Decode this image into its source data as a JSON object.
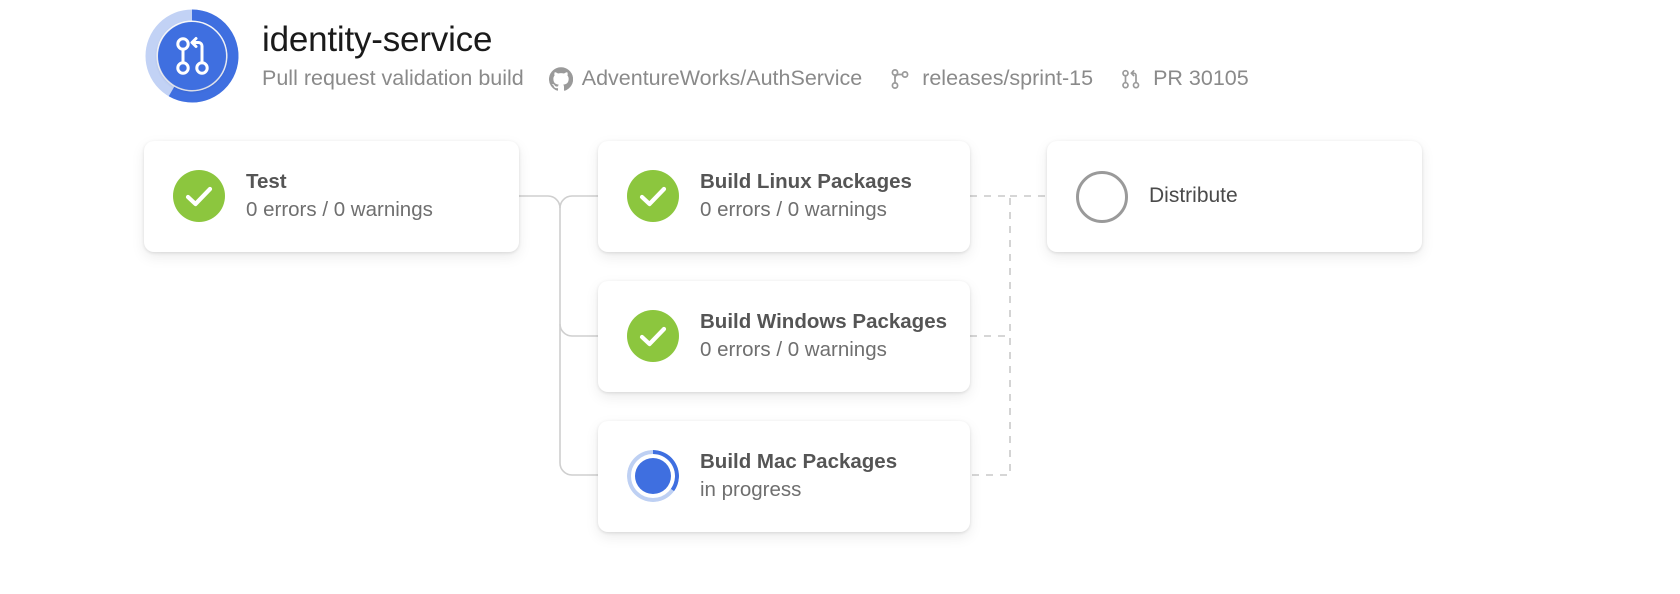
{
  "header": {
    "title": "identity-service",
    "subtitle": "Pull request validation build",
    "logo_icon": "pull-request-icon",
    "logo_color": "#3f6fe0",
    "logo_ring_color": "#3f6fe0",
    "logo_ring_track_color": "#c2d2f5",
    "meta": [
      {
        "icon": "github-icon",
        "label": "AdventureWorks/AuthService"
      },
      {
        "icon": "git-branch-icon",
        "label": "releases/sprint-15"
      },
      {
        "icon": "pull-request-icon",
        "label": "PR 30105"
      }
    ]
  },
  "pipeline": {
    "success_color": "#8cc63e",
    "running_color": "#3f6fe0",
    "pending_color": "#9a9a9a",
    "connector_color": "#cfcfcf",
    "stages": [
      {
        "id": "test",
        "name": "Test",
        "status_text": "0 errors / 0 warnings",
        "state": "success",
        "icon": "check-circle-icon"
      },
      {
        "id": "build-linux",
        "name": "Build Linux Packages",
        "status_text": "0 errors / 0 warnings",
        "state": "success",
        "icon": "check-circle-icon"
      },
      {
        "id": "build-windows",
        "name": "Build Windows Packages",
        "status_text": "0 errors / 0 warnings",
        "state": "success",
        "icon": "check-circle-icon"
      },
      {
        "id": "build-mac",
        "name": "Build Mac Packages",
        "status_text": "in progress",
        "state": "running",
        "icon": "spinner-icon"
      },
      {
        "id": "distribute",
        "name": "Distribute",
        "status_text": "",
        "state": "pending",
        "icon": "empty-circle-icon"
      }
    ]
  }
}
